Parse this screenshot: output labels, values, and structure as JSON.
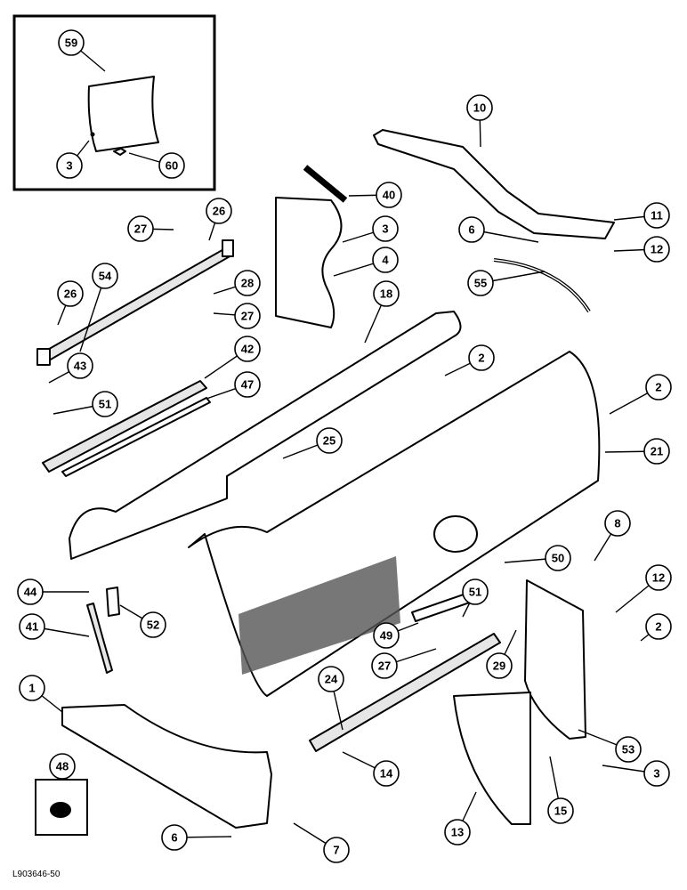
{
  "figure_code": "L903646-50",
  "callouts": [
    "59",
    "3",
    "60",
    "10",
    "40",
    "26",
    "27",
    "3",
    "4",
    "11",
    "6",
    "12",
    "54",
    "28",
    "26",
    "27",
    "55",
    "18",
    "43",
    "42",
    "2",
    "47",
    "51",
    "25",
    "2",
    "21",
    "8",
    "50",
    "44",
    "51",
    "12",
    "52",
    "41",
    "49",
    "27",
    "29",
    "2",
    "1",
    "24",
    "53",
    "48",
    "14",
    "3",
    "15",
    "13",
    "6",
    "7"
  ]
}
